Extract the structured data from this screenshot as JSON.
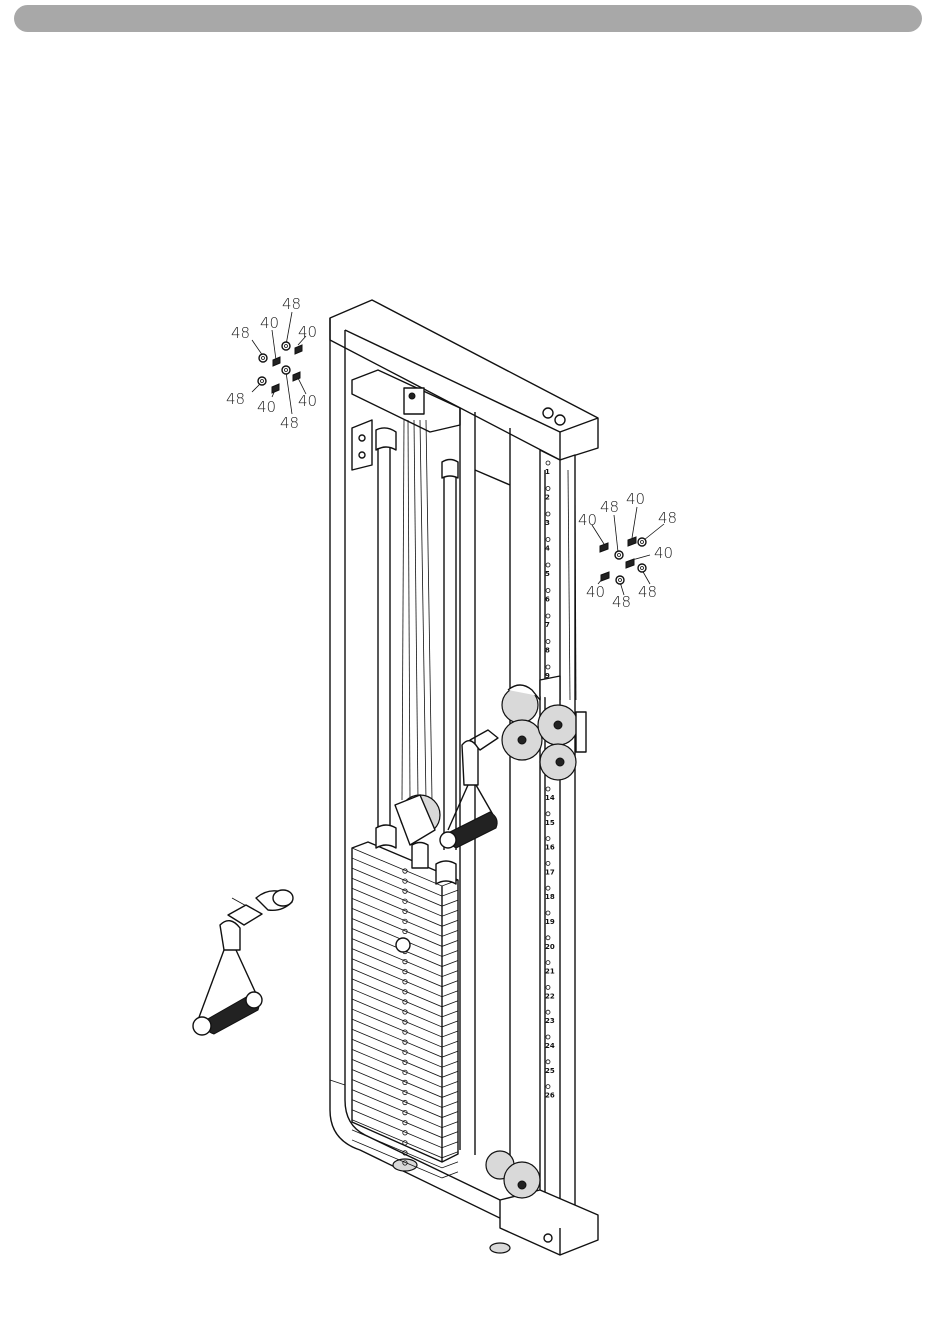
{
  "header": {
    "bar_color": "#a8a8a8"
  },
  "callouts_top_left": [
    {
      "id": "tl1",
      "label": "48"
    },
    {
      "id": "tl2",
      "label": "40"
    },
    {
      "id": "tl3",
      "label": "48"
    },
    {
      "id": "tl4",
      "label": "40"
    },
    {
      "id": "tl5",
      "label": "48"
    },
    {
      "id": "tl6",
      "label": "40"
    },
    {
      "id": "tl7",
      "label": "48"
    },
    {
      "id": "tl8",
      "label": "40"
    }
  ],
  "callouts_right": [
    {
      "id": "r1",
      "label": "40"
    },
    {
      "id": "r2",
      "label": "48"
    },
    {
      "id": "r3",
      "label": "40"
    },
    {
      "id": "r4",
      "label": "48"
    },
    {
      "id": "r5",
      "label": "40"
    },
    {
      "id": "r6",
      "label": "40"
    },
    {
      "id": "r7",
      "label": "48"
    },
    {
      "id": "r8",
      "label": "48"
    }
  ],
  "column_numbers_upper": [
    "1",
    "2",
    "3",
    "4",
    "5",
    "6",
    "7",
    "8",
    "9"
  ],
  "column_numbers_lower": [
    "14",
    "15",
    "16",
    "17",
    "18",
    "19",
    "20",
    "21",
    "22",
    "23",
    "24",
    "25",
    "26"
  ]
}
